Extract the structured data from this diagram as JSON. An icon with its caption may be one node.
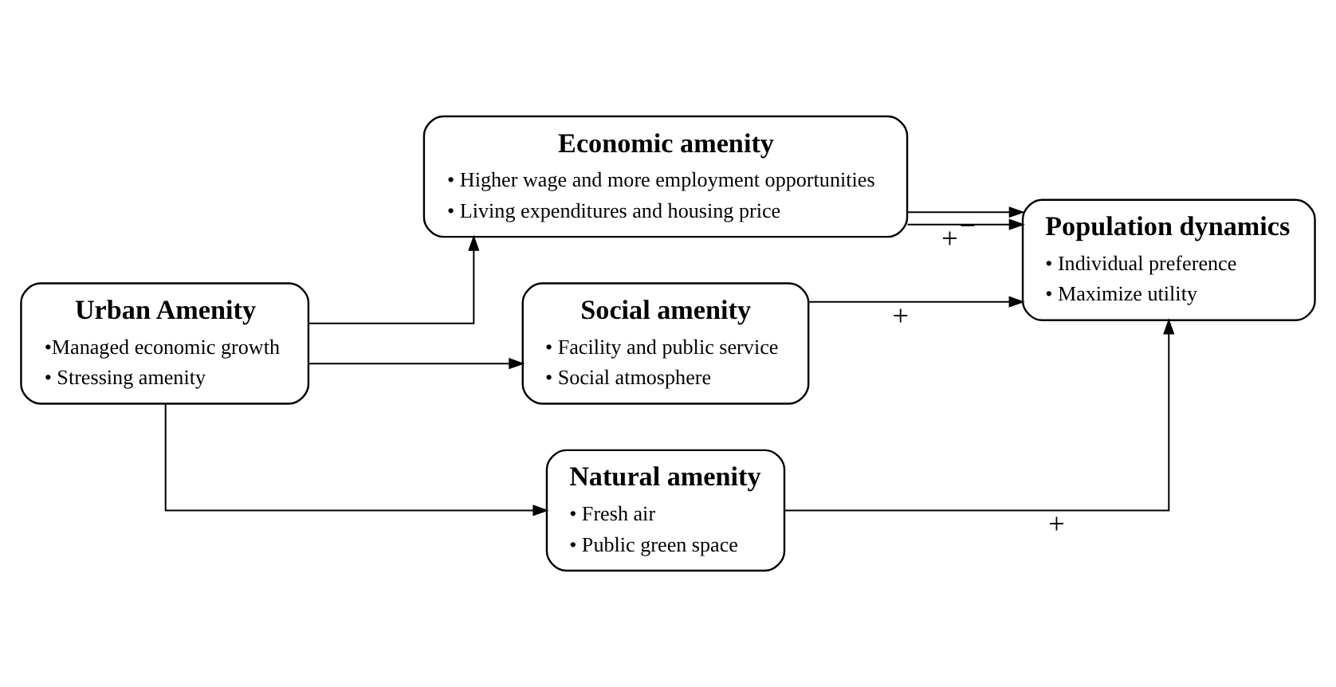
{
  "diagram": {
    "nodes": [
      {
        "text": [
          "Urban Amenity",
          "•Managed economic growth",
          "• Stressing amenity"
        ]
      },
      {
        "text": [
          "Economic amenity",
          "• Higher wage and more employment opportunities",
          "• Living expenditures and housing price"
        ]
      },
      {
        "text": [
          "Social amenity",
          "• Facility and public service",
          "• Social atmosphere"
        ]
      },
      {
        "text": [
          "Natural amenity",
          "• Fresh air",
          "• Public green space"
        ]
      },
      {
        "text": [
          "Population dynamics",
          "• Individual preference",
          "• Maximize utility"
        ]
      }
    ],
    "edges": [
      {
        "from": 0,
        "to": 1,
        "arrow": "to"
      },
      {
        "from": 0,
        "to": 2,
        "arrow": "to"
      },
      {
        "from": 0,
        "to": 3,
        "arrow": "to"
      },
      {
        "from": 1,
        "to": 4,
        "arrow": "to",
        "label": "+"
      },
      {
        "from": 1,
        "to": 4,
        "arrow": "to",
        "label": "−"
      },
      {
        "from": 2,
        "to": 4,
        "arrow": "to",
        "label": "+"
      },
      {
        "from": 3,
        "to": 4,
        "arrow": "to",
        "label": "+"
      }
    ]
  }
}
